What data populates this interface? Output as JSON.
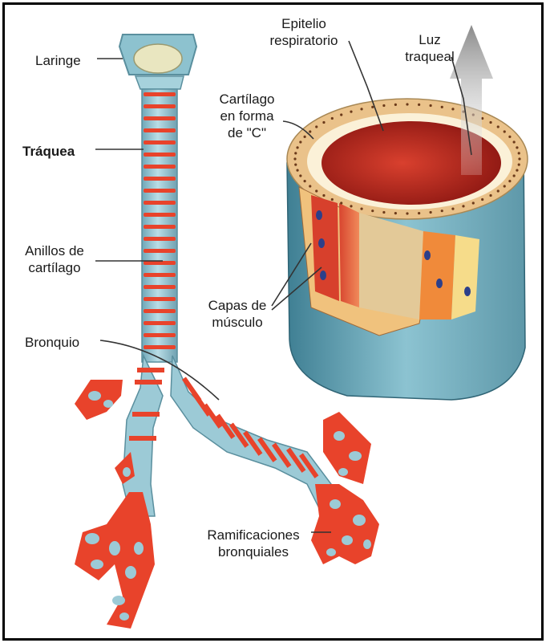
{
  "labels": {
    "laringe": "Laringe",
    "traquea": "Tráquea",
    "anillos": [
      "Anillos de",
      "cartílago"
    ],
    "bronquio": "Bronquio",
    "epitelio": [
      "Epitelio",
      "respiratorio"
    ],
    "luz": [
      "Luz",
      "traqueal"
    ],
    "cartilago_c": [
      "Cartílago",
      "en forma",
      "de \"C\""
    ],
    "capas": [
      "Capas de",
      "músculo"
    ],
    "ramificaciones": [
      "Ramificaciones",
      "bronquiales"
    ]
  },
  "colors": {
    "cartilage_blue": "#9ccad6",
    "muscle_red": "#e8432b",
    "lumen_red": "#b8231c",
    "epithelium_tan": "#f0c27d",
    "frame": "#000000"
  }
}
